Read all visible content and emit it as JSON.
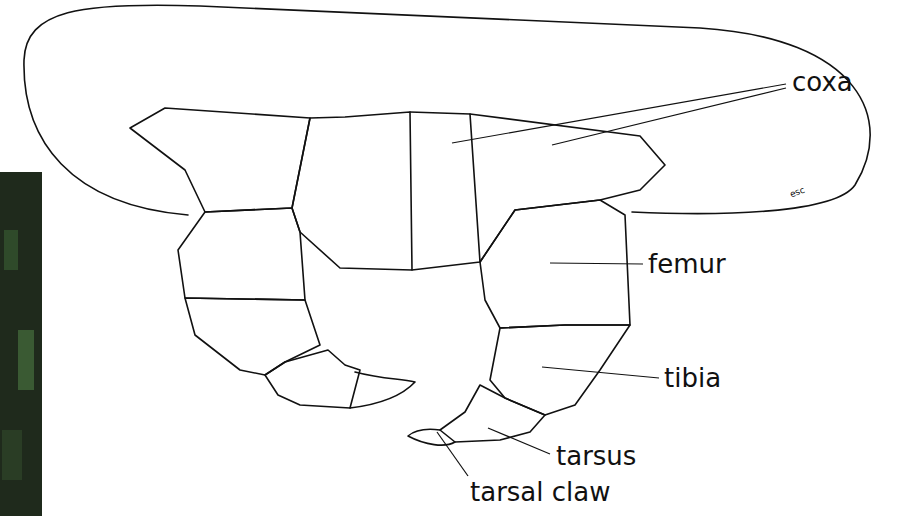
{
  "diagram": {
    "labels": [
      "coxa",
      "femur",
      "tibia",
      "tarsus",
      "tarsal claw",
      "esc"
    ]
  }
}
